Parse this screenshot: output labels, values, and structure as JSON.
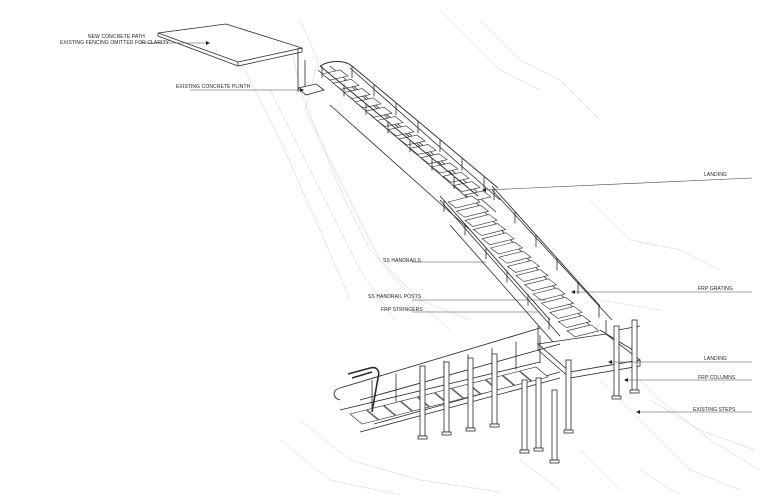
{
  "annotations": {
    "new_concrete_path": "NEW CONCRETE PATH",
    "existing_fencing": "EXISTING FENCING OMITTED FOR CLARITY",
    "existing_plinth": "EXISTING CONCRETE PLINTH",
    "landing_upper": "LANDING",
    "ss_handrails": "SS HANDRAILS",
    "frp_grating": "FRP GRATING",
    "ss_handrail_posts": "SS HANDRAIL POSTS",
    "frp_stringers": "FRP STRINGERS",
    "landing_lower": "LANDING",
    "frp_columns": "FRP COLUMNS",
    "existing_steps": "EXISTING STEPS"
  },
  "colors": {
    "linework": "#2b2b2b",
    "terrain": "#c8c8c8",
    "leader": "#444444"
  }
}
